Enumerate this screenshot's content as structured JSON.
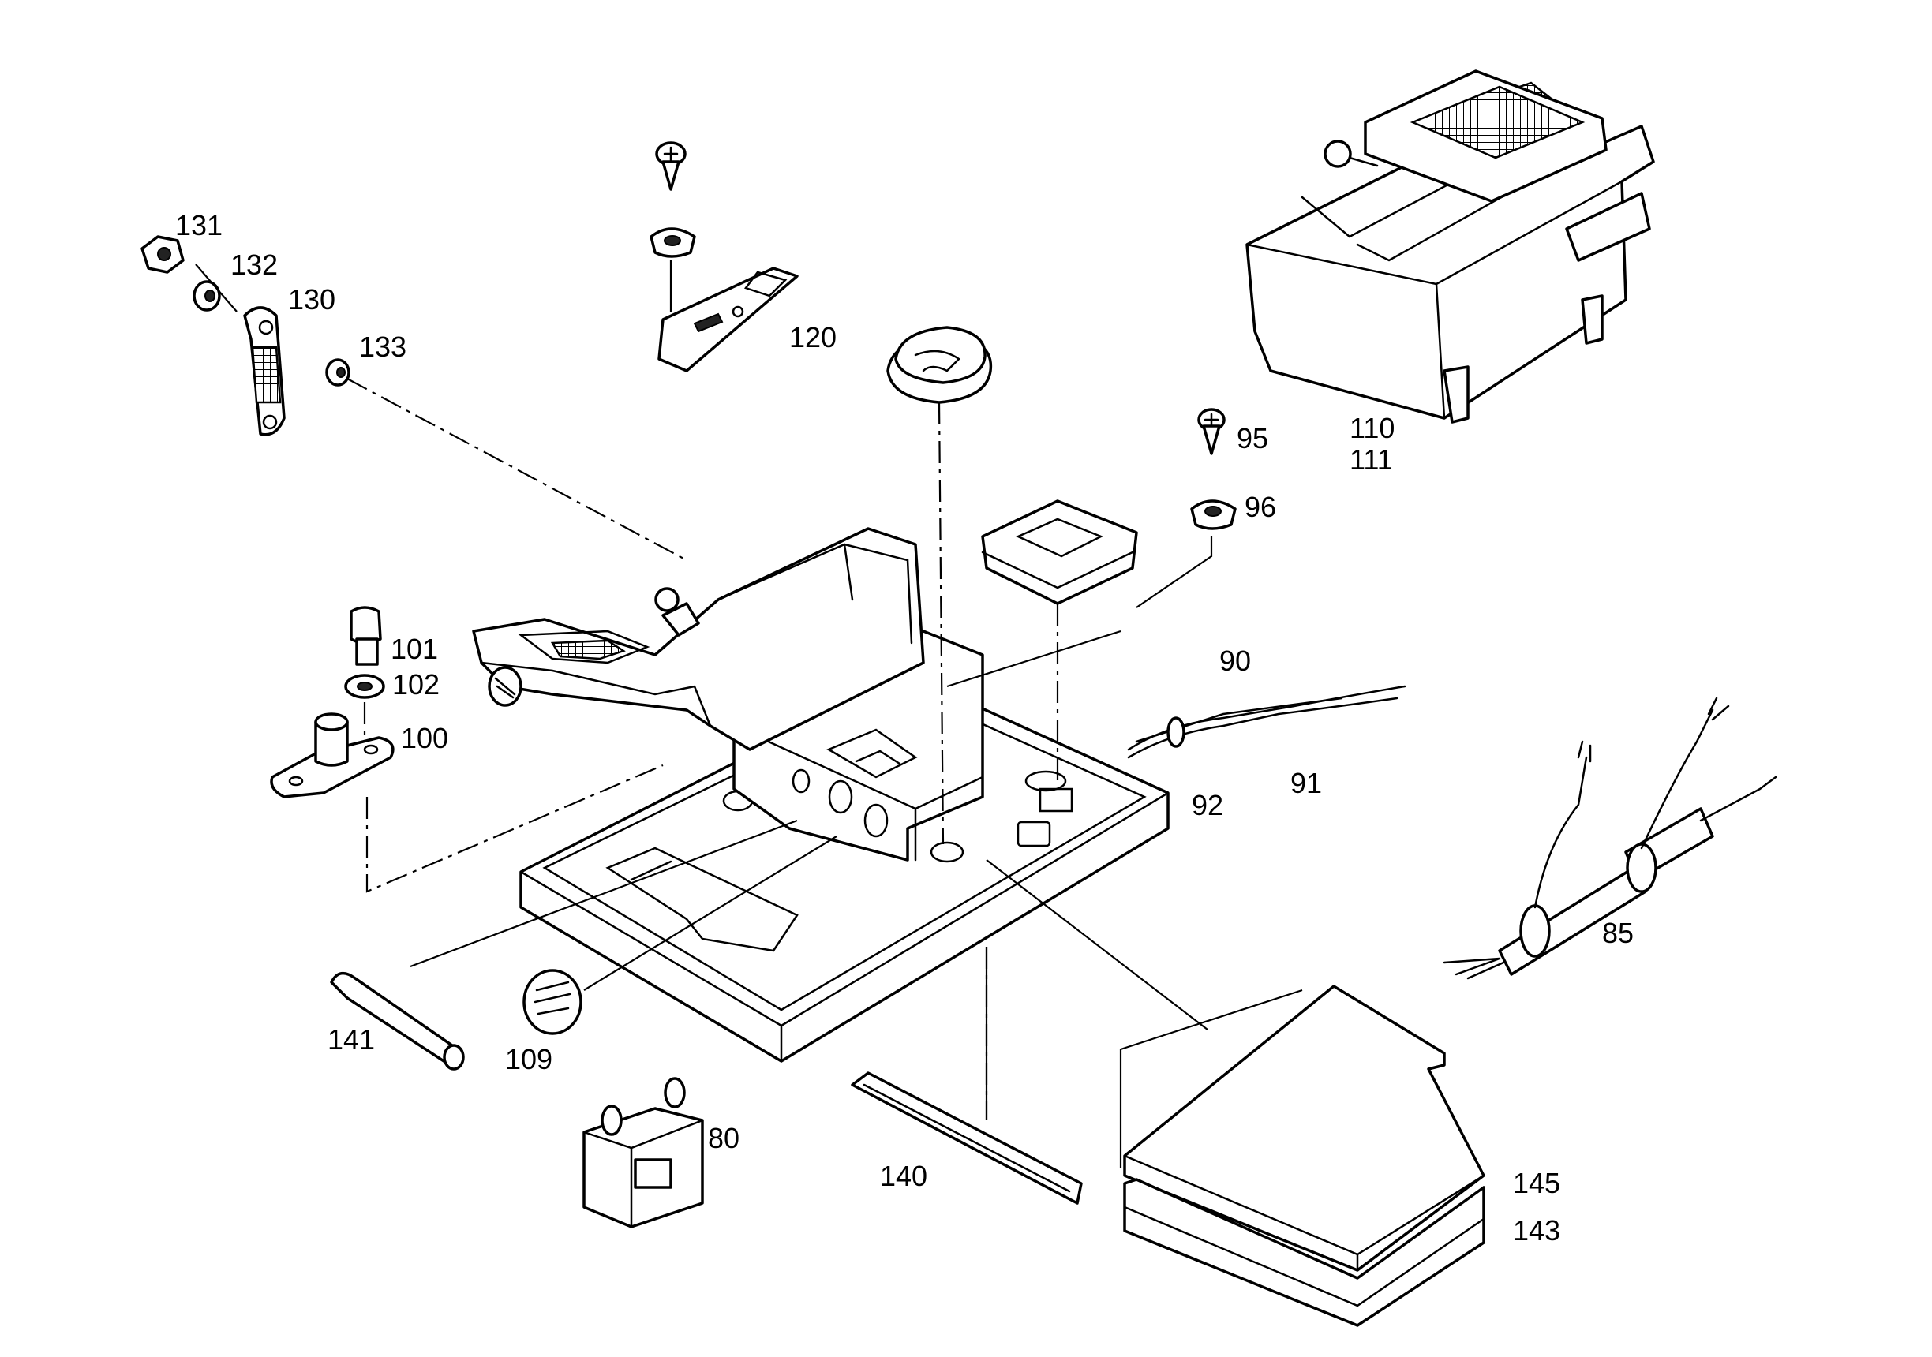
{
  "callouts": {
    "c131": "131",
    "c132": "132",
    "c130": "130",
    "c133": "133",
    "c120": "120",
    "c110": "110",
    "c111": "111",
    "c95": "95",
    "c96": "96",
    "c101": "101",
    "c102": "102",
    "c100": "100",
    "c90": "90",
    "c91": "91",
    "c92": "92",
    "c85": "85",
    "c141": "141",
    "c109": "109",
    "c80": "80",
    "c140": "140",
    "c145": "145",
    "c143": "143"
  }
}
